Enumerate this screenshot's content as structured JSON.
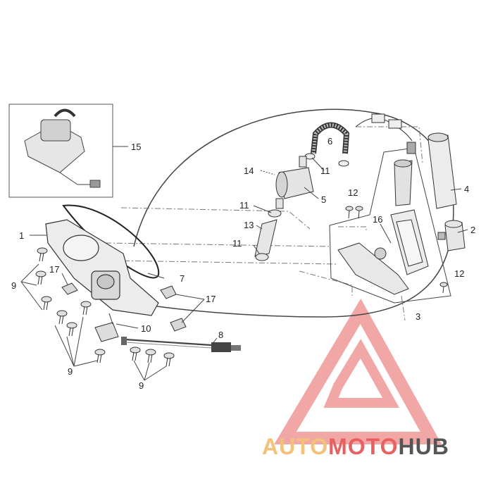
{
  "callouts": {
    "c1": "1",
    "c2": "2",
    "c3": "3",
    "c4": "4",
    "c5": "5",
    "c6": "6",
    "c7": "7",
    "c8": "8",
    "c9a": "9",
    "c9b": "9",
    "c9c": "9",
    "c10": "10",
    "c11a": "11",
    "c11b": "11",
    "c11c": "11",
    "c12a": "12",
    "c12b": "12",
    "c13": "13",
    "c14": "14",
    "c15": "15",
    "c16": "16",
    "c17a": "17",
    "c17b": "17"
  },
  "watermark": {
    "part1": "AUTO",
    "part2": "MOTO",
    "part3": "HUB",
    "color_light": "#f2c27a",
    "color_red": "#e86060",
    "color_dark": "#555555"
  }
}
